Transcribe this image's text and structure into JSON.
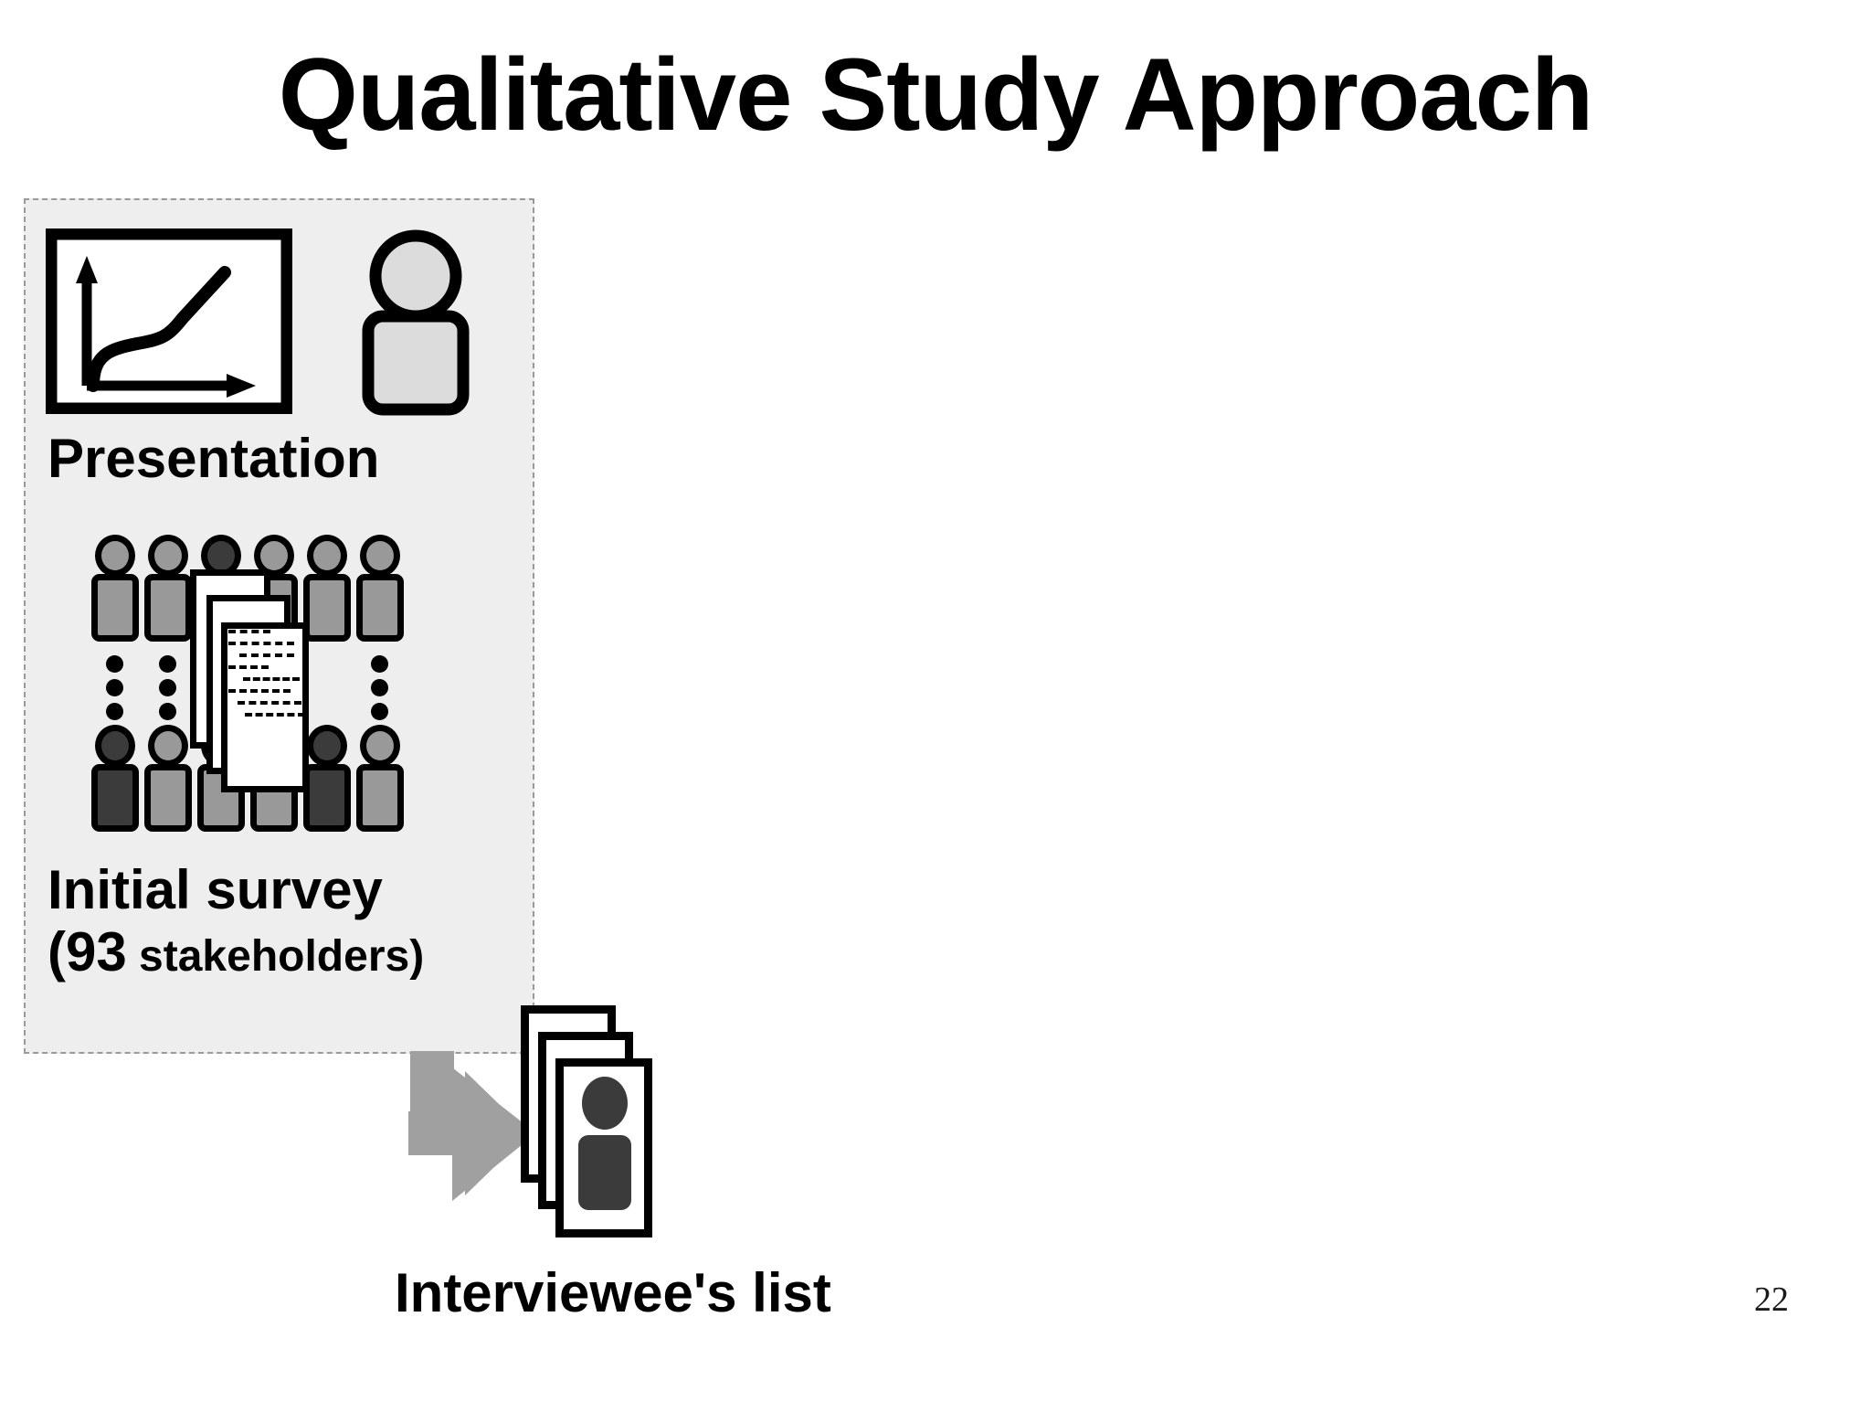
{
  "slide": {
    "title": "Qualitative Study Approach",
    "page_number": "22",
    "background_color": "#ffffff"
  },
  "panel": {
    "name": "survey-panel",
    "fill_color": "#eeeeee",
    "border_style": "dashed",
    "border_color": "#9a9a9a"
  },
  "presentation": {
    "label": "Presentation",
    "icon": "chart-board-icon",
    "presenter_icon": "person-icon",
    "figure_fill": "#dcdcdc",
    "outline_color": "#000000"
  },
  "survey": {
    "label_line1": "Initial survey",
    "label_line2_open": "(93",
    "label_line2_rest": " stakeholders)",
    "stakeholder_count": "93",
    "crowd_icon": "crowd-of-people-icon",
    "documents_icon": "stacked-documents-icon",
    "person_fill_light": "#999999",
    "person_fill_dark": "#3b3b3b",
    "crowd_top_row": [
      "light",
      "light",
      "dark",
      "light",
      "light",
      "light"
    ],
    "crowd_bottom_row": [
      "dark",
      "light",
      "light",
      "light",
      "dark",
      "light"
    ],
    "dot_separator_count": 4,
    "sheet_count": 3
  },
  "flow": {
    "arrow_icon": "bent-arrow-down-right-icon",
    "arrow_color": "#a0a0a0"
  },
  "interviewee": {
    "label": "Interviewee's list",
    "icon": "stacked-person-cards-icon",
    "card_count": 3,
    "person_fill": "#3b3b3b"
  }
}
